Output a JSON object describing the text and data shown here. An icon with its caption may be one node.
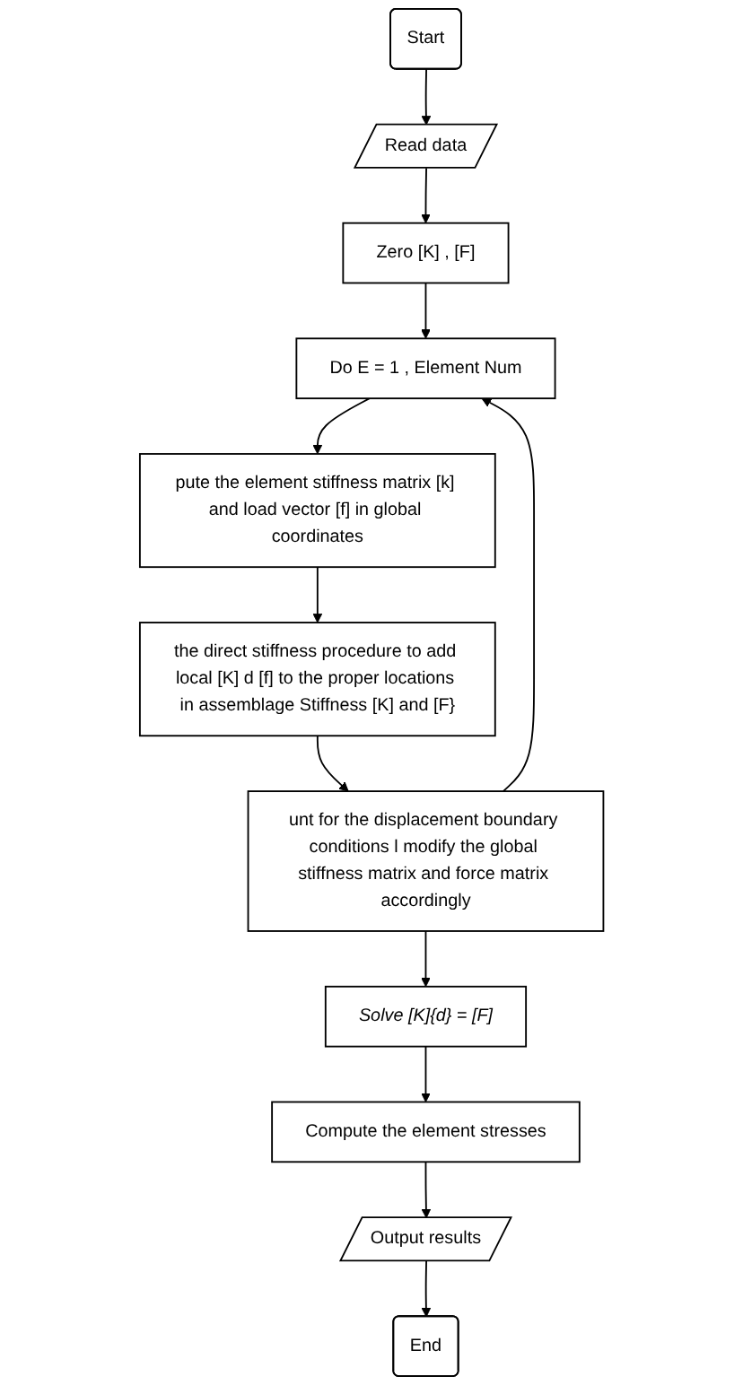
{
  "diagram": {
    "nodes": [
      {
        "text": [
          "Start"
        ]
      },
      {
        "text": [
          "Read data"
        ]
      },
      {
        "text": [
          "Zero [K] , [F]"
        ]
      },
      {
        "text": [
          "Do E = 1 , Element Num"
        ]
      },
      {
        "text": [
          "pute the element stiffness matrix [k] and load vector [f] in global coordinates"
        ]
      },
      {
        "text": [
          "the direct stiffness procedure to add local [K] d [f] to the proper locations in assemblage Stiffness [K] and [F}"
        ]
      },
      {
        "text": [
          "unt for the displacement boundary conditions l modify the global stiffness matrix and force matrix accordingly"
        ]
      },
      {
        "text": [
          "Solve [K]{d} = [F]"
        ]
      },
      {
        "text": [
          "Compute the element stresses"
        ]
      },
      {
        "text": [
          "Output results"
        ]
      },
      {
        "text": [
          "End"
        ]
      }
    ],
    "edges": [
      {
        "from": 0,
        "to": 1,
        "arrow": "to"
      },
      {
        "from": 1,
        "to": 2,
        "arrow": "to"
      },
      {
        "from": 2,
        "to": 3,
        "arrow": "to"
      },
      {
        "from": 3,
        "to": 4,
        "arrow": "to"
      },
      {
        "from": 4,
        "to": 5,
        "arrow": "to"
      },
      {
        "from": 5,
        "to": 6,
        "arrow": "to"
      },
      {
        "from": 6,
        "to": 7,
        "arrow": "to"
      },
      {
        "from": 7,
        "to": 8,
        "arrow": "to"
      },
      {
        "from": 8,
        "to": 9,
        "arrow": "to"
      },
      {
        "from": 9,
        "to": 10,
        "arrow": "to"
      },
      {
        "from": 6,
        "to": 3,
        "arrow": "to"
      }
    ]
  }
}
